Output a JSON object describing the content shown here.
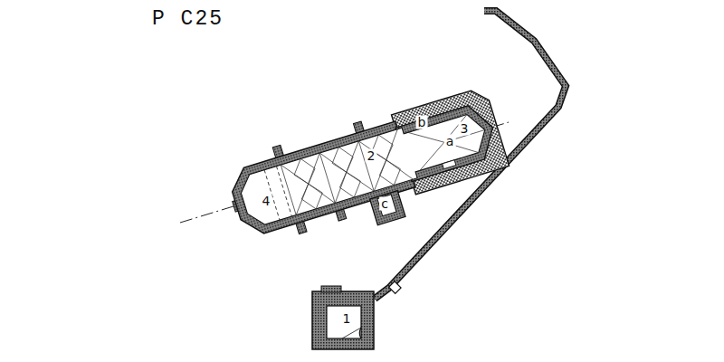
{
  "diagram": {
    "title": "P C25",
    "labels": [
      "b",
      "3",
      "a",
      "2",
      "4",
      "c",
      "1"
    ]
  }
}
